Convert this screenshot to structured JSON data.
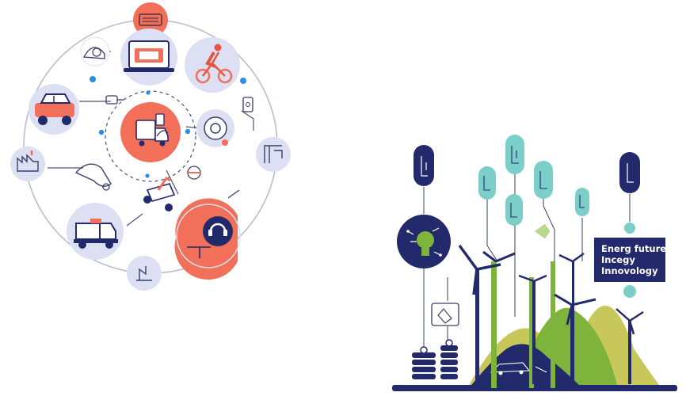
{
  "colors": {
    "navy": "#222a6b",
    "coral": "#f2705a",
    "lavender": "#dde0f3",
    "teal": "#7ccfc8",
    "green": "#7fb43c",
    "olive": "#c8c85a",
    "blue_dot": "#2e8fe0"
  },
  "left_network": {
    "nodes": [
      {
        "icon": "keyboard-icon"
      },
      {
        "icon": "snail-icon"
      },
      {
        "icon": "laptop-icon"
      },
      {
        "icon": "cyclist-icon"
      },
      {
        "icon": "car-icon"
      },
      {
        "icon": "plug-icon"
      },
      {
        "icon": "phone-icon"
      },
      {
        "icon": "truck-hub-icon"
      },
      {
        "icon": "target-icon"
      },
      {
        "icon": "factory-icon"
      },
      {
        "icon": "crane-icon"
      },
      {
        "icon": "wrench-icon"
      },
      {
        "icon": "drone-icon"
      },
      {
        "icon": "satellite-icon"
      },
      {
        "icon": "truck-icon"
      },
      {
        "icon": "headset-icon"
      },
      {
        "icon": "seedling-icon"
      }
    ]
  },
  "right_scene": {
    "sign_lines": [
      "Energ future",
      "Incegy",
      "Innovology"
    ],
    "icons": [
      "lightbulb-icon",
      "wind-turbine-icon",
      "chip-icon",
      "pipeline-icon",
      "ev-car-icon"
    ]
  }
}
